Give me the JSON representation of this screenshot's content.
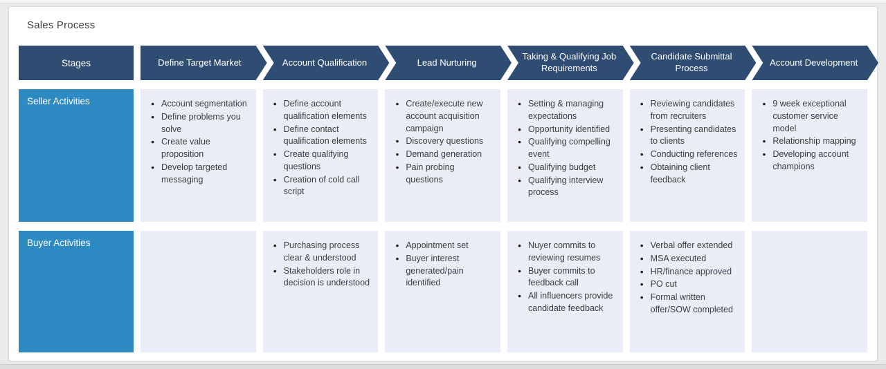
{
  "title": "Sales Process",
  "colors": {
    "navy": "#2f4d72",
    "blue": "#2e8ac2",
    "cell_bg": "#e9eef6",
    "text": "#3d3d3d",
    "title_color": "#3f3f3f"
  },
  "process": {
    "corner_label": "Stages",
    "stages": [
      "Define Target Market",
      "Account Qualification",
      "Lead Nurturing",
      "Taking & Qualifying Job Requirements",
      "Candidate Submittal Process",
      "Account Development"
    ],
    "rows": [
      {
        "label": "Seller Activities",
        "cells": [
          [
            "Account segmentation",
            "Define problems you solve",
            "Create value proposition",
            "Develop targeted messaging"
          ],
          [
            "Define account qualification elements",
            "Define contact qualification elements",
            "Create qualifying questions",
            "Creation of cold call script"
          ],
          [
            "Create/execute new account acquisition campaign",
            "Discovery questions",
            "Demand generation",
            "Pain probing questions"
          ],
          [
            "Setting & managing expectations",
            "Opportunity identified",
            "Qualifying compelling event",
            "Qualifying budget",
            "Qualifying interview process"
          ],
          [
            "Reviewing candidates from recruiters",
            "Presenting candidates to clients",
            "Conducting references",
            "Obtaining client feedback"
          ],
          [
            "9 week exceptional customer service model",
            "Relationship mapping",
            "Developing account champions"
          ]
        ]
      },
      {
        "label": "Buyer Activities",
        "cells": [
          [],
          [
            "Purchasing process clear & understood",
            "Stakeholders role in decision is understood"
          ],
          [
            "Appointment set",
            "Buyer interest generated/pain identified"
          ],
          [
            "Nuyer commits to reviewing resumes",
            "Buyer commits to feedback call",
            "All influencers provide candidate feedback"
          ],
          [
            "Verbal offer extended",
            "MSA executed",
            "HR/finance approved",
            "PO cut",
            "Formal written offer/SOW completed"
          ],
          []
        ]
      }
    ]
  }
}
